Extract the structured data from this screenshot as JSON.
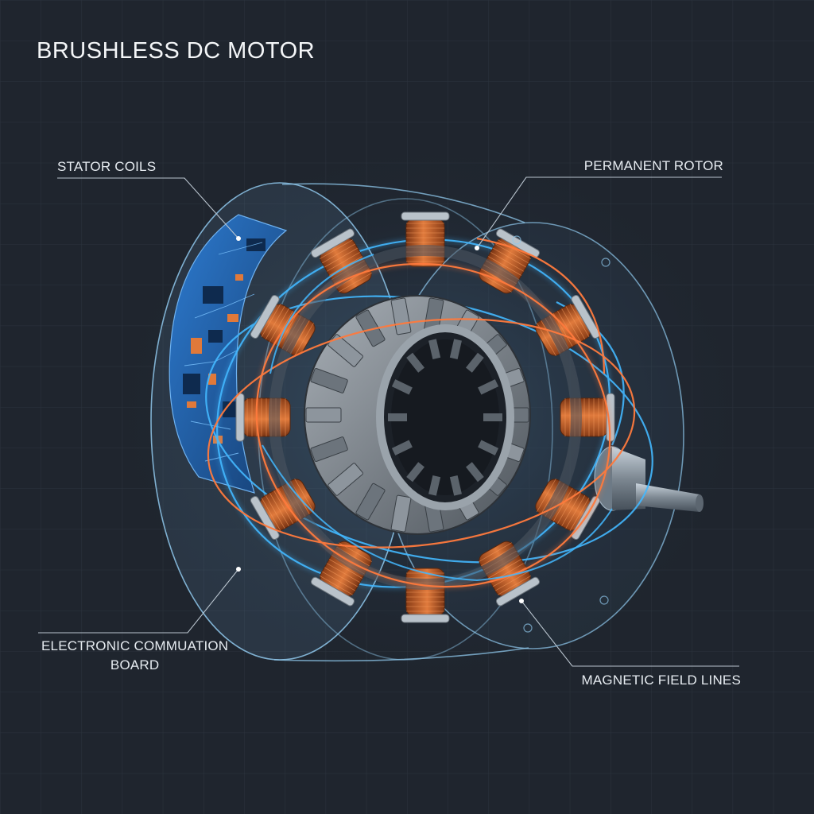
{
  "title": "BRUSHLESS DC MOTOR",
  "labels": {
    "stator_coils": "STATOR COILS",
    "permanent_rotor": "PERMANENT ROTOR",
    "commutation_board_line1": "ELECTRONIC COMMUATION",
    "commutation_board_line2": "BOARD",
    "magnetic_field_lines": "MAGNETIC FIELD LINES"
  },
  "colors": {
    "background": "#1f252e",
    "grid": "#2b333d",
    "housing": "#8fc8ec",
    "copper": "#c7622a",
    "field_blue": "#43b8ff",
    "field_orange": "#ff7a3d",
    "rotor_steel": "#7f878f",
    "pcb": "#1f5fa6",
    "leader_line": "#b9c4ce"
  }
}
